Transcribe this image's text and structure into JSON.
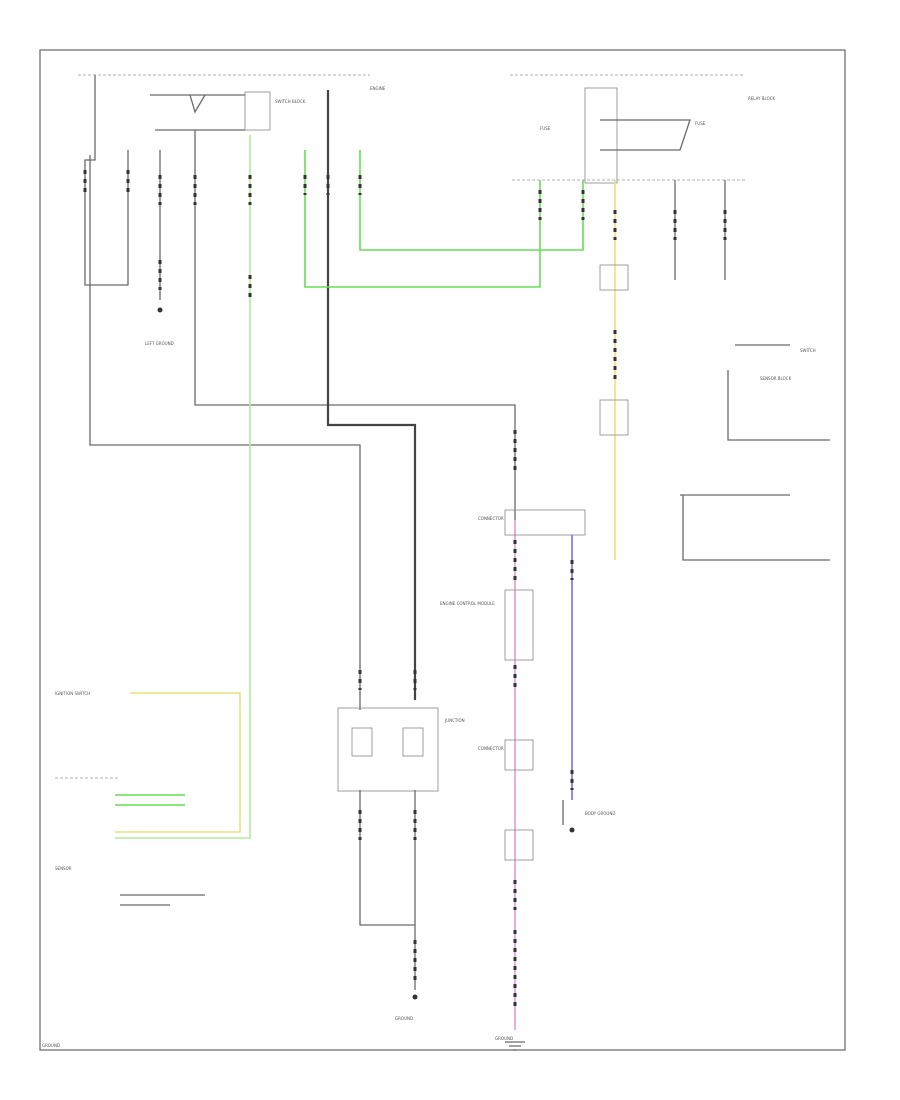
{
  "labels": {
    "sw_block_1": "SWITCH BLOCK",
    "sw_block_2": "ENGINE",
    "relay_block": "RELAY BLOCK",
    "fuse_1": "FUSE",
    "fuse_2": "FUSE",
    "left_ground": "LEFT GROUND",
    "module_1": "ENGINE CONTROL MODULE",
    "module_2": "JUNCTION",
    "ground_1": "GROUND",
    "ground_2": "GROUND",
    "switch_1": "IGNITION SWITCH",
    "switch_2": "SENSOR",
    "switch_3": "SWITCH",
    "sensor_block": "SENSOR BLOCK",
    "connector_1": "CONNECTOR",
    "connector_2": "CONNECTOR",
    "body_ground": "BODY GROUND",
    "footer": "GROUND"
  }
}
